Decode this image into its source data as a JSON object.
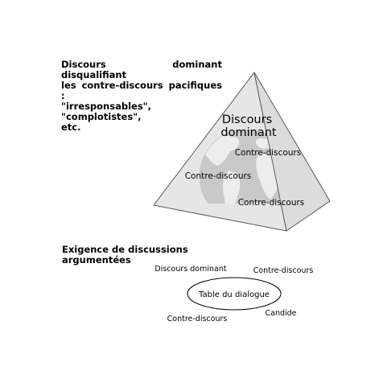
{
  "top_caption": {
    "lines": [
      "Discours dominant disqualifiant",
      "les contre-discours pacifiques :",
      "\"irresponsables\", \"complotistes\",",
      "etc."
    ]
  },
  "pyramid": {
    "apex_label_line1": "Discours",
    "apex_label_line2": "dominant",
    "face_label_right_upper": "Contre-discours",
    "face_label_left": "Contre-discours",
    "face_label_right_lower": "Contre-discours",
    "globe_icon": "globe-icon"
  },
  "bottom_caption": {
    "lines": [
      "Exigence de discussions",
      "argumentées"
    ]
  },
  "dialogue": {
    "ellipse_label": "Table du dialogue",
    "label_top_left": "Discours dominant",
    "label_top_right": "Contre-discours",
    "label_bottom_left": "Contre-discours",
    "label_bottom_right": "Candide"
  },
  "colors": {
    "pyramid_face_left": "#e6e6e6",
    "pyramid_face_right": "#dcdcdc",
    "globe_ocean": "#c9c9c9",
    "globe_land": "#f0f0f0",
    "outline": "#555555"
  }
}
